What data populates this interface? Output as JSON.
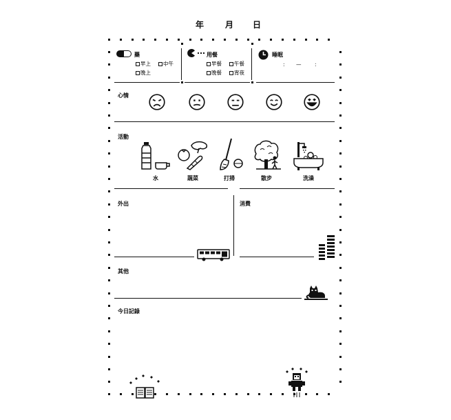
{
  "date": {
    "year": "年",
    "month": "月",
    "day": "日"
  },
  "medicine": {
    "label": "藥",
    "options": [
      "早上",
      "中午",
      "晚上"
    ]
  },
  "meals": {
    "label": "用餐",
    "options": [
      "早餐",
      "午餐",
      "晚餐",
      "宵夜"
    ]
  },
  "sleep": {
    "label": "睡眠",
    "time_sep1": ":",
    "dash": "—",
    "time_sep2": ":"
  },
  "mood": {
    "label": "心情",
    "faces": [
      "sad-face-icon",
      "frown-face-icon",
      "neutral-face-icon",
      "smile-face-icon",
      "happy-face-icon"
    ]
  },
  "activities": {
    "label": "活動",
    "items": [
      "水",
      "蔬菜",
      "打掃",
      "散步",
      "洗澡"
    ]
  },
  "outing": {
    "label": "外出"
  },
  "spending": {
    "label": "消費"
  },
  "other": {
    "label": "其他"
  },
  "journal": {
    "label": "今日記錄"
  }
}
